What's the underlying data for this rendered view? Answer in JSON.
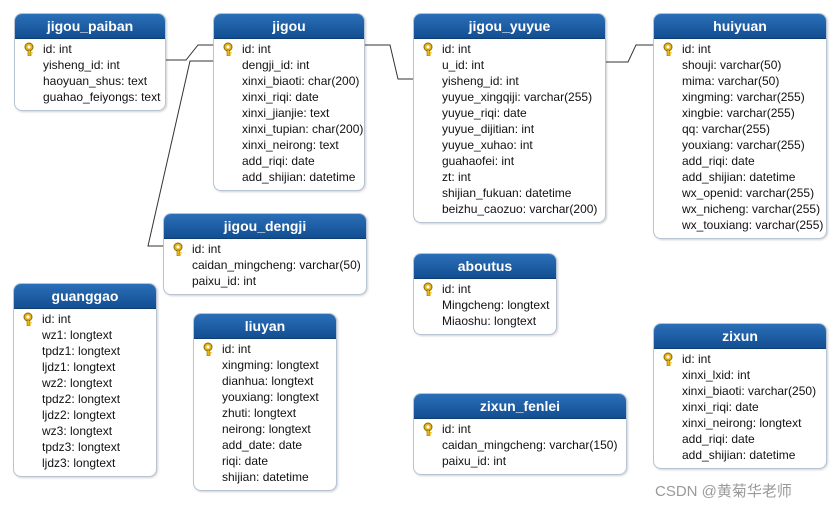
{
  "tables": [
    {
      "name": "jigou_paiban",
      "fields": [
        "id: int",
        "yisheng_id: int",
        "haoyuan_shus: text",
        "guahao_feiyongs: text"
      ]
    },
    {
      "name": "jigou",
      "fields": [
        "id: int",
        "dengji_id: int",
        "xinxi_biaoti: char(200)",
        "xinxi_riqi: date",
        "xinxi_jianjie: text",
        "xinxi_tupian: char(200)",
        "xinxi_neirong: text",
        "add_riqi: date",
        "add_shijian: datetime"
      ]
    },
    {
      "name": "jigou_yuyue",
      "fields": [
        "id: int",
        "u_id: int",
        "yisheng_id: int",
        "yuyue_xingqiji: varchar(255)",
        "yuyue_riqi: date",
        "yuyue_dijitian: int",
        "yuyue_xuhao: int",
        "guahaofei: int",
        "zt: int",
        "shijian_fukuan: datetime",
        "beizhu_caozuo: varchar(200)"
      ]
    },
    {
      "name": "huiyuan",
      "fields": [
        "id: int",
        "shouji: varchar(50)",
        "mima: varchar(50)",
        "xingming: varchar(255)",
        "xingbie: varchar(255)",
        "qq: varchar(255)",
        "youxiang: varchar(255)",
        "add_riqi: date",
        "add_shijian: datetime",
        "wx_openid: varchar(255)",
        "wx_nicheng: varchar(255)",
        "wx_touxiang: varchar(255)"
      ]
    },
    {
      "name": "jigou_dengji",
      "fields": [
        "id: int",
        "caidan_mingcheng: varchar(50)",
        "paixu_id: int"
      ]
    },
    {
      "name": "aboutus",
      "fields": [
        "id: int",
        "Mingcheng: longtext",
        "Miaoshu: longtext"
      ]
    },
    {
      "name": "guanggao",
      "fields": [
        "id: int",
        "wz1: longtext",
        "tpdz1: longtext",
        "ljdz1: longtext",
        "wz2: longtext",
        "tpdz2: longtext",
        "ljdz2: longtext",
        "wz3: longtext",
        "tpdz3: longtext",
        "ljdz3: longtext"
      ]
    },
    {
      "name": "liuyan",
      "fields": [
        "id: int",
        "xingming: longtext",
        "dianhua: longtext",
        "youxiang: longtext",
        "zhuti: longtext",
        "neirong: longtext",
        "add_date: date",
        "riqi: date",
        "shijian: datetime"
      ]
    },
    {
      "name": "zixun_fenlei",
      "fields": [
        "id: int",
        "caidan_mingcheng: varchar(150)",
        "paixu_id: int"
      ]
    },
    {
      "name": "zixun",
      "fields": [
        "id: int",
        "xinxi_lxid: int",
        "xinxi_biaoti: varchar(250)",
        "xinxi_riqi: date",
        "xinxi_neirong: longtext",
        "add_riqi: date",
        "add_shijian: datetime"
      ]
    }
  ],
  "watermark": "CSDN @黄菊华老师",
  "colors": {
    "header_top": "#2a6fb8",
    "header_bottom": "#134e92",
    "key": "#e8b51c",
    "line": "#333333"
  }
}
